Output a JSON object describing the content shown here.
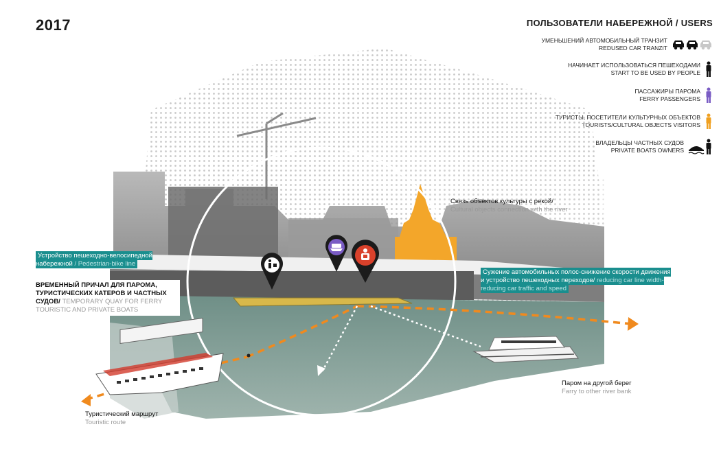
{
  "year": "2017",
  "legend": {
    "title": "ПОЛЬЗОВАТЕЛИ НАБЕРЕЖНОЙ / USERS",
    "items": [
      {
        "ru": "УМЕНЬШЕНИЙ АВТОМОБИЛЬНЫЙ ТРАНЗИТ",
        "en": "REDUSED CAR TRANZIT",
        "icon": "cars-icon",
        "color": "#111111"
      },
      {
        "ru": "НАЧИНАЕТ ИСПОЛЬЗОВАТЬСЯ ПЕШЕХОДАМИ",
        "en": "START TO BE USED BY PEOPLE",
        "icon": "person-icon",
        "color": "#111111"
      },
      {
        "ru": "ПАССАЖИРЫ ПАРОМА",
        "en": "FERRY PASSENGERS",
        "icon": "person-icon",
        "color": "#7a5cc4"
      },
      {
        "ru": "ТУРИСТЫ, ПОСЕТИТЕЛИ КУЛЬТУРНЫХ ОБЪЕКТОВ",
        "en": "TOURISTS/CULTURAL OBJECTS VISITORS",
        "icon": "person-icon",
        "color": "#f0a020"
      },
      {
        "ru": "ВЛАДЕЛЬЦЫ ЧАСТНЫХ СУДОВ",
        "en": "PRIVATE BOATS OWNERS",
        "icon": "boat-person-icon",
        "color": "#111111"
      }
    ]
  },
  "callouts": {
    "culture": {
      "ru": "Связь объектов культуры с рекой/",
      "en": "Cultural objects connection with the river"
    },
    "pedestrian": {
      "ru": "Устройство пешеходно-велосипедной набережной",
      "en": "/ Pedestrian-bike line"
    },
    "quay": {
      "ru": "ВРЕМЕННЫЙ ПРИЧАЛ ДЛЯ ПАРОМА, ТУРИСТИЧЕСКИХ КАТЕРОВ И ЧАСТНЫХ СУДОВ/",
      "en": "TEMPORARY QUAY FOR FERRY TOURISTIC AND PRIVATE BOATS"
    },
    "narrowing": {
      "ru": "Сужение автомобильных полос-снижение скорости движения и устройство пешеходных переходов/",
      "en": "reducing car line width-reducing car traffic and speed"
    },
    "ferry": {
      "ru": "Паром на другой берег",
      "en": "Farry to other river bank"
    },
    "tourist": {
      "ru": "Туристический маршрут",
      "en": "Touristic route"
    }
  },
  "colors": {
    "teal": "#1a8e8e",
    "orange": "#f0a020",
    "purple": "#7a5cc4",
    "red": "#d9412b",
    "route": "#f08a1e",
    "quay": "#d8b84a"
  }
}
